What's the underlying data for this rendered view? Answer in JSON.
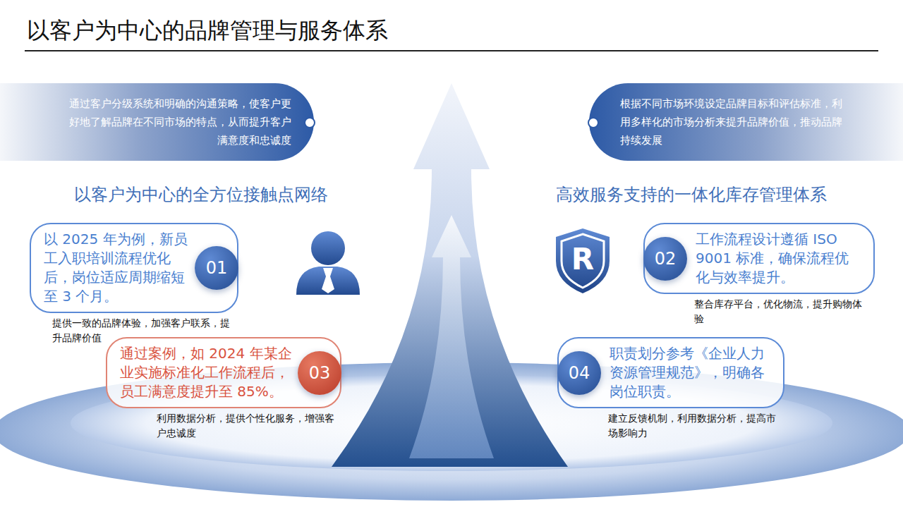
{
  "diagram": {
    "title": "以客户为中心的品牌管理与服务体系",
    "nodes": [
      {
        "text": [
          "通过客户分级系统和明确的沟通策略，使客户更好地了解品牌在不同市场的特点，从而提升客户满意度和忠诚度"
        ]
      },
      {
        "text": [
          "根据不同市场环境设定品牌目标和评估标准，利用多样化的市场分析来提升品牌价值，推动品牌持续发展"
        ]
      },
      {
        "text": [
          "以 2025 年为例，新员工入职培训流程优化后，岗位适应周期缩短至 3 个月。",
          "提供一致的品牌体验，加强客户联系，提升品牌价值"
        ]
      },
      {
        "text": [
          "01"
        ],
        "in": 2
      },
      {
        "text": [
          "R"
        ]
      },
      {
        "text": [
          "工作流程设计遵循 ISO 9001 标准，确保流程优化与效率提升。",
          "整合库存平台，优化物流，提升购物体验"
        ]
      },
      {
        "text": [
          "02"
        ],
        "in": 5
      },
      {
        "text": [
          "通过案例，如 2024 年某企业实施标准化工作流程后，员工满意度提升至 85%。",
          "利用数据分析，提供个性化服务，增强客户忠诚度"
        ]
      },
      {
        "text": [
          "03"
        ],
        "in": 7
      },
      {
        "text": [
          "职责划分参考《企业人力资源管理规范》，明确各岗位职责。",
          "建立反馈机制，利用数据分析，提高市场影响力"
        ]
      },
      {
        "text": [
          "04"
        ],
        "in": 9
      }
    ],
    "labels": [
      "以客户为中心的全方位接触点网络",
      "高效服务支持的一体化库存管理体系"
    ]
  }
}
